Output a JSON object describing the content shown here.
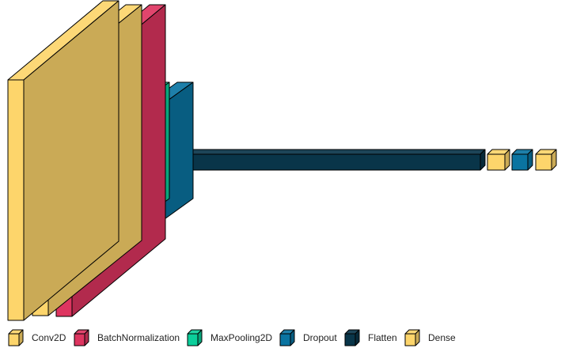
{
  "colors": {
    "Conv2D": "#fdd56b",
    "BatchNormalization": "#de3560",
    "MaxPooling2D": "#0bcf9b",
    "Dropout": "#0a74a1",
    "Flatten": "#093549",
    "Dense": "#fdd56b"
  },
  "network": {
    "layers": [
      {
        "type": "Conv2D",
        "icon": "conv2d-block"
      },
      {
        "type": "Conv2D",
        "icon": "conv2d-block"
      },
      {
        "type": "BatchNormalization",
        "icon": "batchnorm-block"
      },
      {
        "type": "MaxPooling2D",
        "icon": "maxpool-block"
      },
      {
        "type": "Dropout",
        "icon": "dropout-block"
      },
      {
        "type": "Flatten",
        "icon": "flatten-bar"
      },
      {
        "type": "Dense",
        "icon": "dense-block"
      },
      {
        "type": "Dropout",
        "icon": "dropout-block"
      },
      {
        "type": "Dense",
        "icon": "dense-block"
      }
    ]
  },
  "legend": {
    "items": [
      {
        "label": "Conv2D",
        "color": "#fdd56b",
        "icon": "conv2d-swatch-icon"
      },
      {
        "label": "BatchNormalization",
        "color": "#de3560",
        "icon": "batchnorm-swatch-icon"
      },
      {
        "label": "MaxPooling2D",
        "color": "#0bcf9b",
        "icon": "maxpool-swatch-icon"
      },
      {
        "label": "Dropout",
        "color": "#0a74a1",
        "icon": "dropout-swatch-icon"
      },
      {
        "label": "Flatten",
        "color": "#093549",
        "icon": "flatten-swatch-icon"
      },
      {
        "label": "Dense",
        "color": "#fdd56b",
        "icon": "dense-swatch-icon"
      }
    ]
  }
}
